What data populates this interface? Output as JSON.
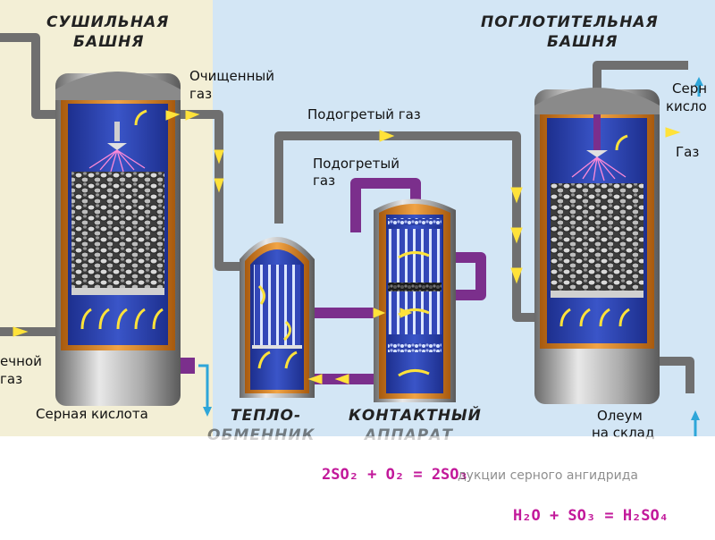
{
  "labels": {
    "drying_tower_line1": "СУШИЛЬНАЯ",
    "drying_tower_line2": "БАШНЯ",
    "absorption_tower_line1": "ПОГЛОТИТЕЛЬНАЯ",
    "absorption_tower_line2": "БАШНЯ",
    "purified_gas_line1": "Очищенный",
    "purified_gas_line2": "газ",
    "heated_gas_top": "Подогретый газ",
    "heated_gas_mid_line1": "Подогретый",
    "heated_gas_mid_line2": "газ",
    "sulfuric_acid_top_right_line1": "Серн",
    "sulfuric_acid_top_right_line2": "кисло",
    "gas_right": "Газ",
    "furnace_gas_line1": "ечной",
    "furnace_gas_line2": "газ",
    "sulfuric_acid_bottom": "Серная кислота",
    "heat_exchanger_line1": "ТЕПЛО-",
    "heat_exchanger_line2": "ОБМЕННИК",
    "contact_apparatus_line1": "КОНТАКТНЫЙ",
    "contact_apparatus_line2": "АППАРАТ",
    "oleum_line1": "Олеум",
    "oleum_line2": "на склад",
    "equation1": "2SO₂ + O₂ = 2SO₃",
    "equation1_suffix": "дукции серного ангидрида",
    "equation2": "H₂O + SO₃ = H₂SO₄"
  },
  "colors": {
    "bg_left": "#f3efd6",
    "bg_right": "#d3e6f5",
    "tower_blue": "#2a3fa8",
    "pipe_gray": "#6f6f6f",
    "pipe_purple": "#7b2f8c",
    "arrow_yellow": "#ffe23a",
    "tower_orange": "#d9821f",
    "equation": "#c2189a",
    "flow_cyan": "#2ea6d9"
  }
}
